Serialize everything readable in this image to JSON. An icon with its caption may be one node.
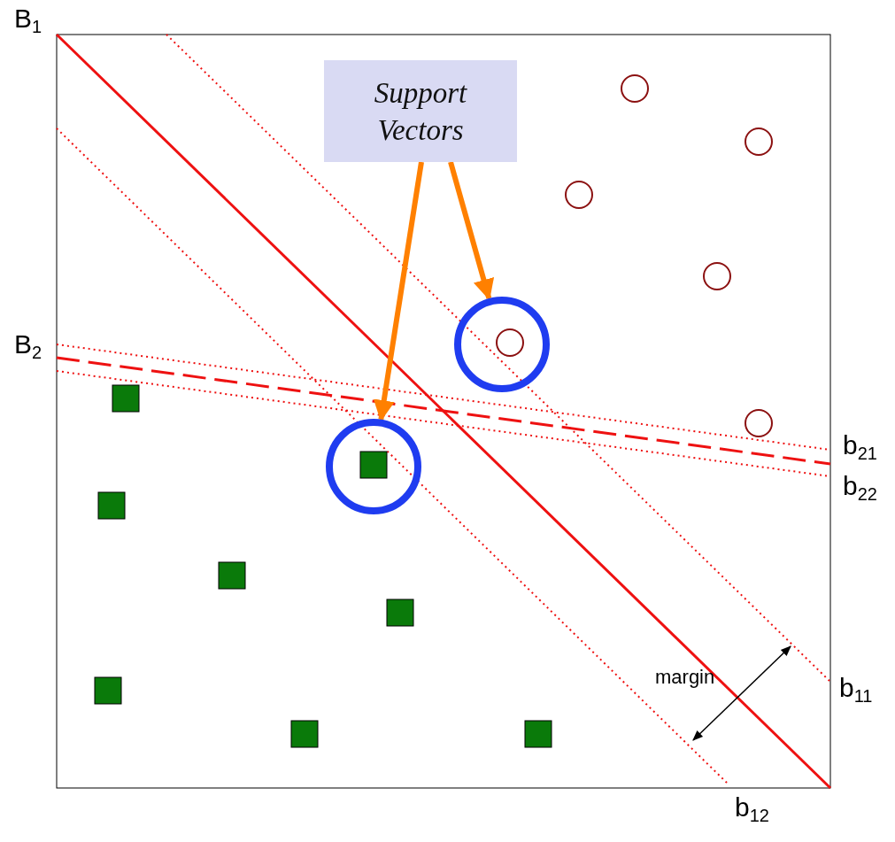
{
  "diagram": {
    "nodes": [
      {
        "text": [
          "Support Vectors"
        ]
      },
      {
        "text": [],
        "shape": "circle"
      },
      {
        "text": [],
        "shape": "circle"
      }
    ],
    "edges": [
      {
        "from": 0,
        "to": 1,
        "arrow": "to"
      },
      {
        "from": 0,
        "to": 2,
        "arrow": "to"
      }
    ],
    "labels": [
      "B$_{1}$",
      "B$_{2}$",
      "b$_{21}$",
      "b$_{22}$",
      "margin",
      "b$_{11}$",
      "b$_{12}$"
    ]
  }
}
